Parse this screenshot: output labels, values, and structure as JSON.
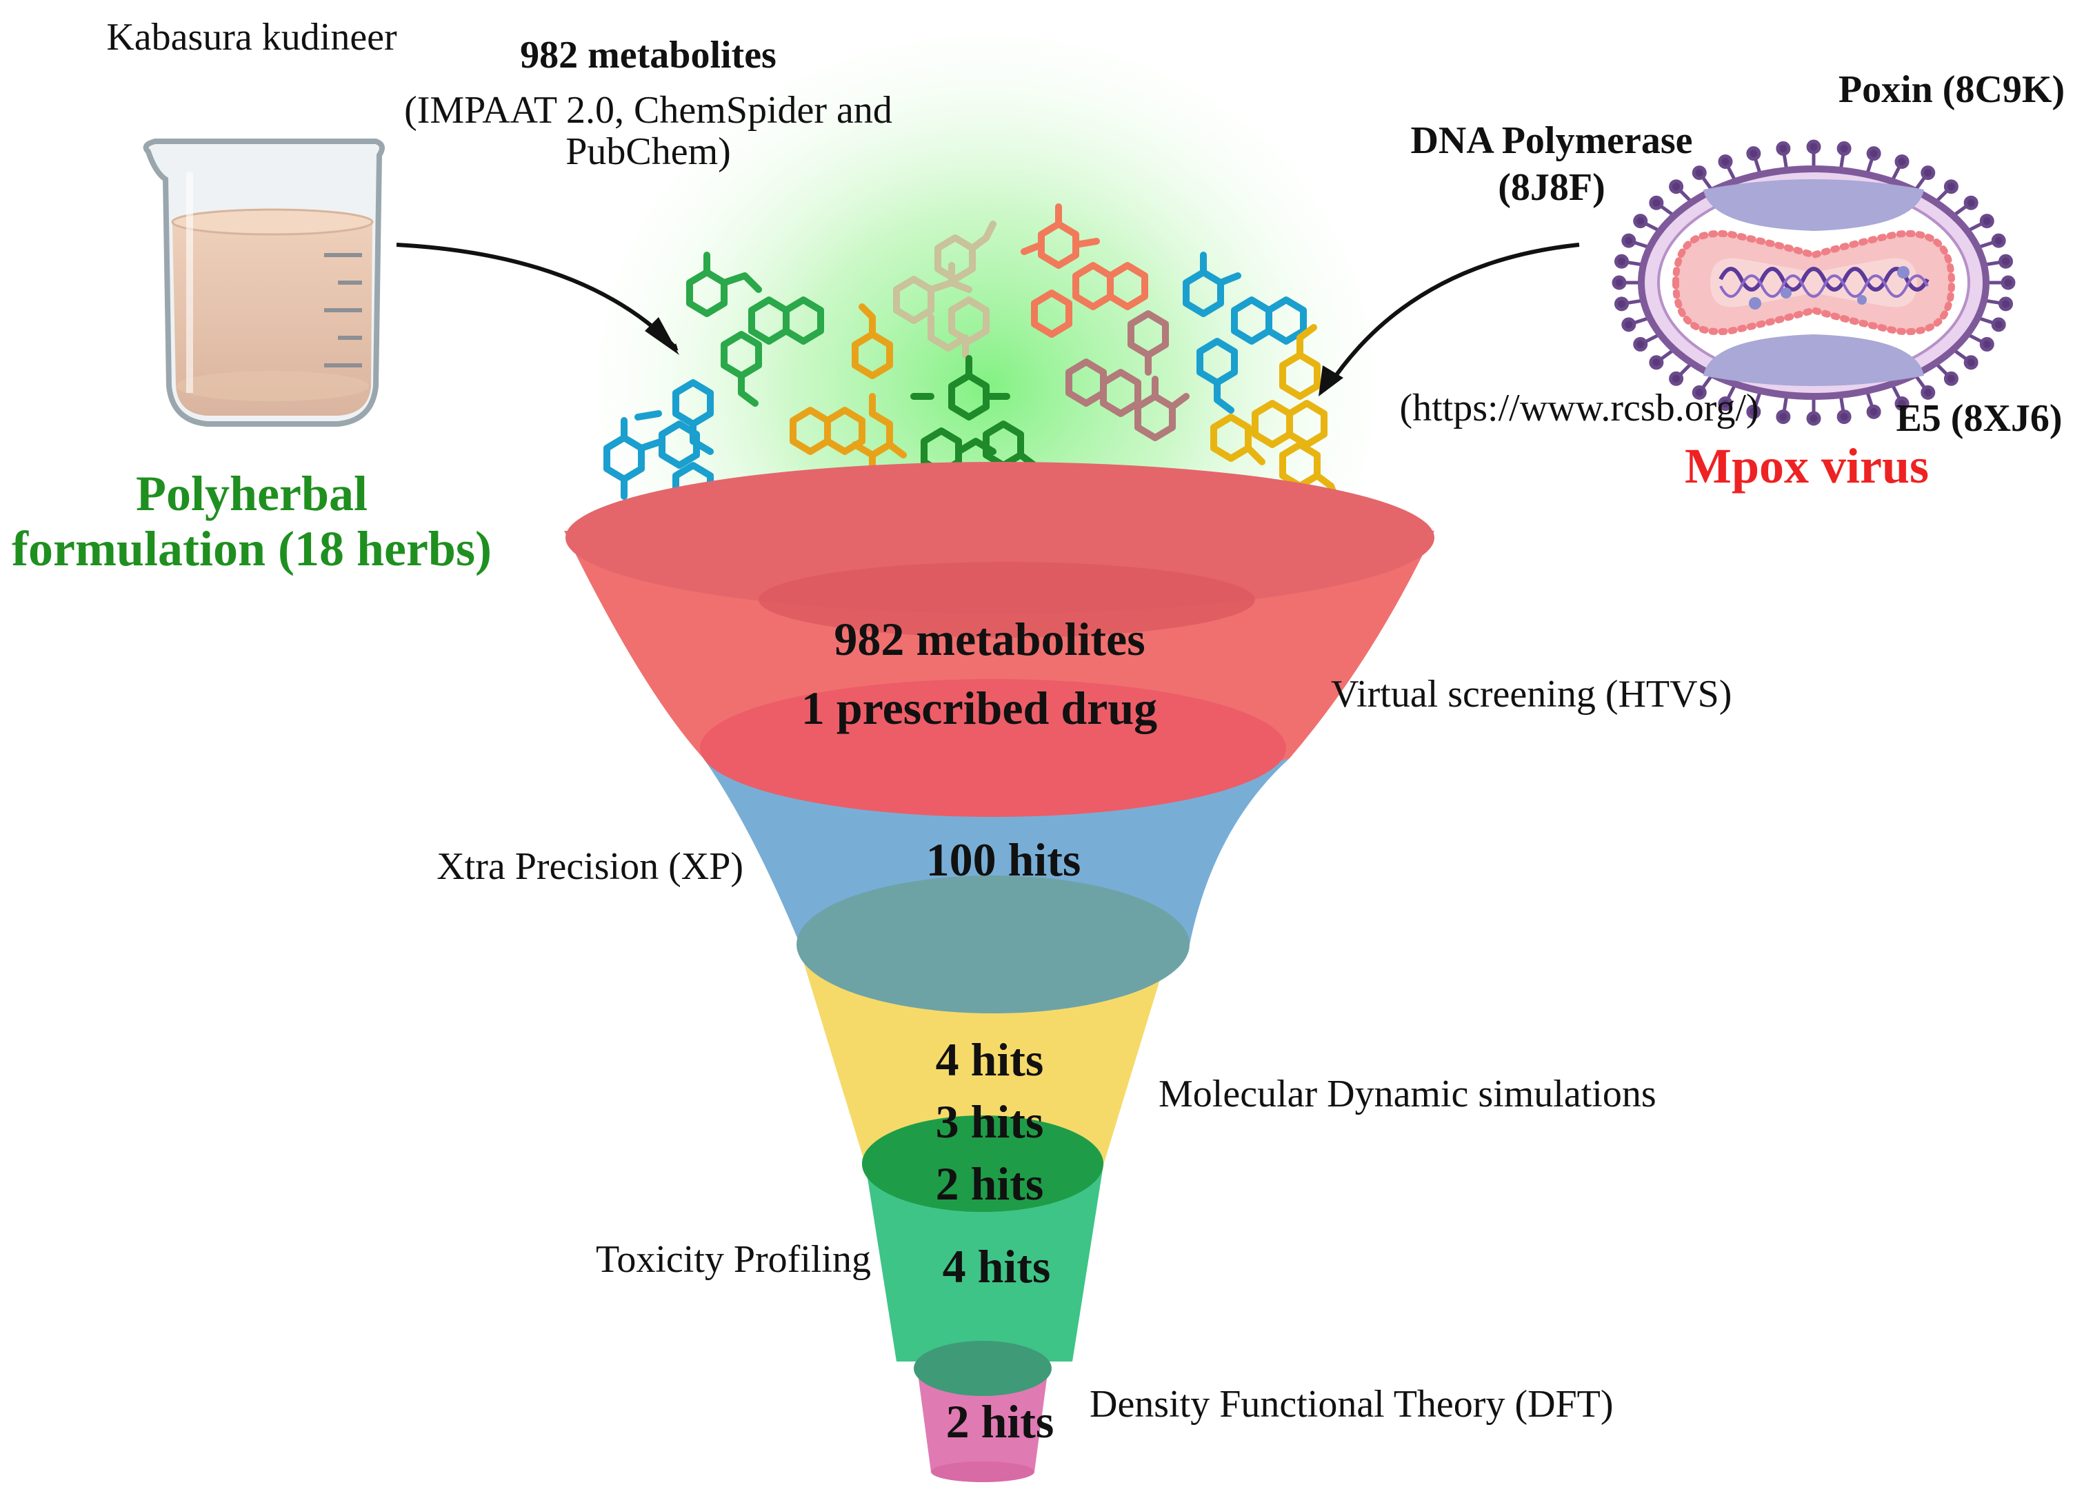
{
  "left": {
    "source_name": "Kabasura kudineer",
    "formulation_line1": "Polyherbal",
    "formulation_line2": "formulation (18 herbs)"
  },
  "top": {
    "metabolites_title": "982 metabolites",
    "databases_line1": "(IMPAAT 2.0, ChemSpider and",
    "databases_line2": "PubChem)"
  },
  "virus": {
    "poxin": "Poxin (8C9K)",
    "dna_pol_line1": "DNA Polymerase",
    "dna_pol_line2": "(8J8F)",
    "url": "(https://www.rcsb.org/)",
    "e5": "E5 (8XJ6)",
    "name": "Mpox virus"
  },
  "funnel": {
    "stage1_line1": "982 metabolites",
    "stage1_line2": "1 prescribed drug",
    "stage1_label": "Virtual screening (HTVS)",
    "stage2_text": "100 hits",
    "stage2_label": "Xtra Precision (XP)",
    "stage3_line1": "4 hits",
    "stage3_line2": "3 hits",
    "stage3_line3": "2 hits",
    "stage3_label": "Molecular Dynamic simulations",
    "stage4_text": "4 hits",
    "stage4_label": "Toxicity Profiling",
    "stage5_text": "2 hits",
    "stage5_label": "Density Functional Theory (DFT)"
  },
  "colors": {
    "formulation_green": "#1f8f1f",
    "virus_red": "#ee2222",
    "stage1": "#ef6262",
    "stage2": "#78aed6",
    "stage3": "#f5da6a",
    "stage4": "#3ec486",
    "stage5": "#e07ab2"
  }
}
